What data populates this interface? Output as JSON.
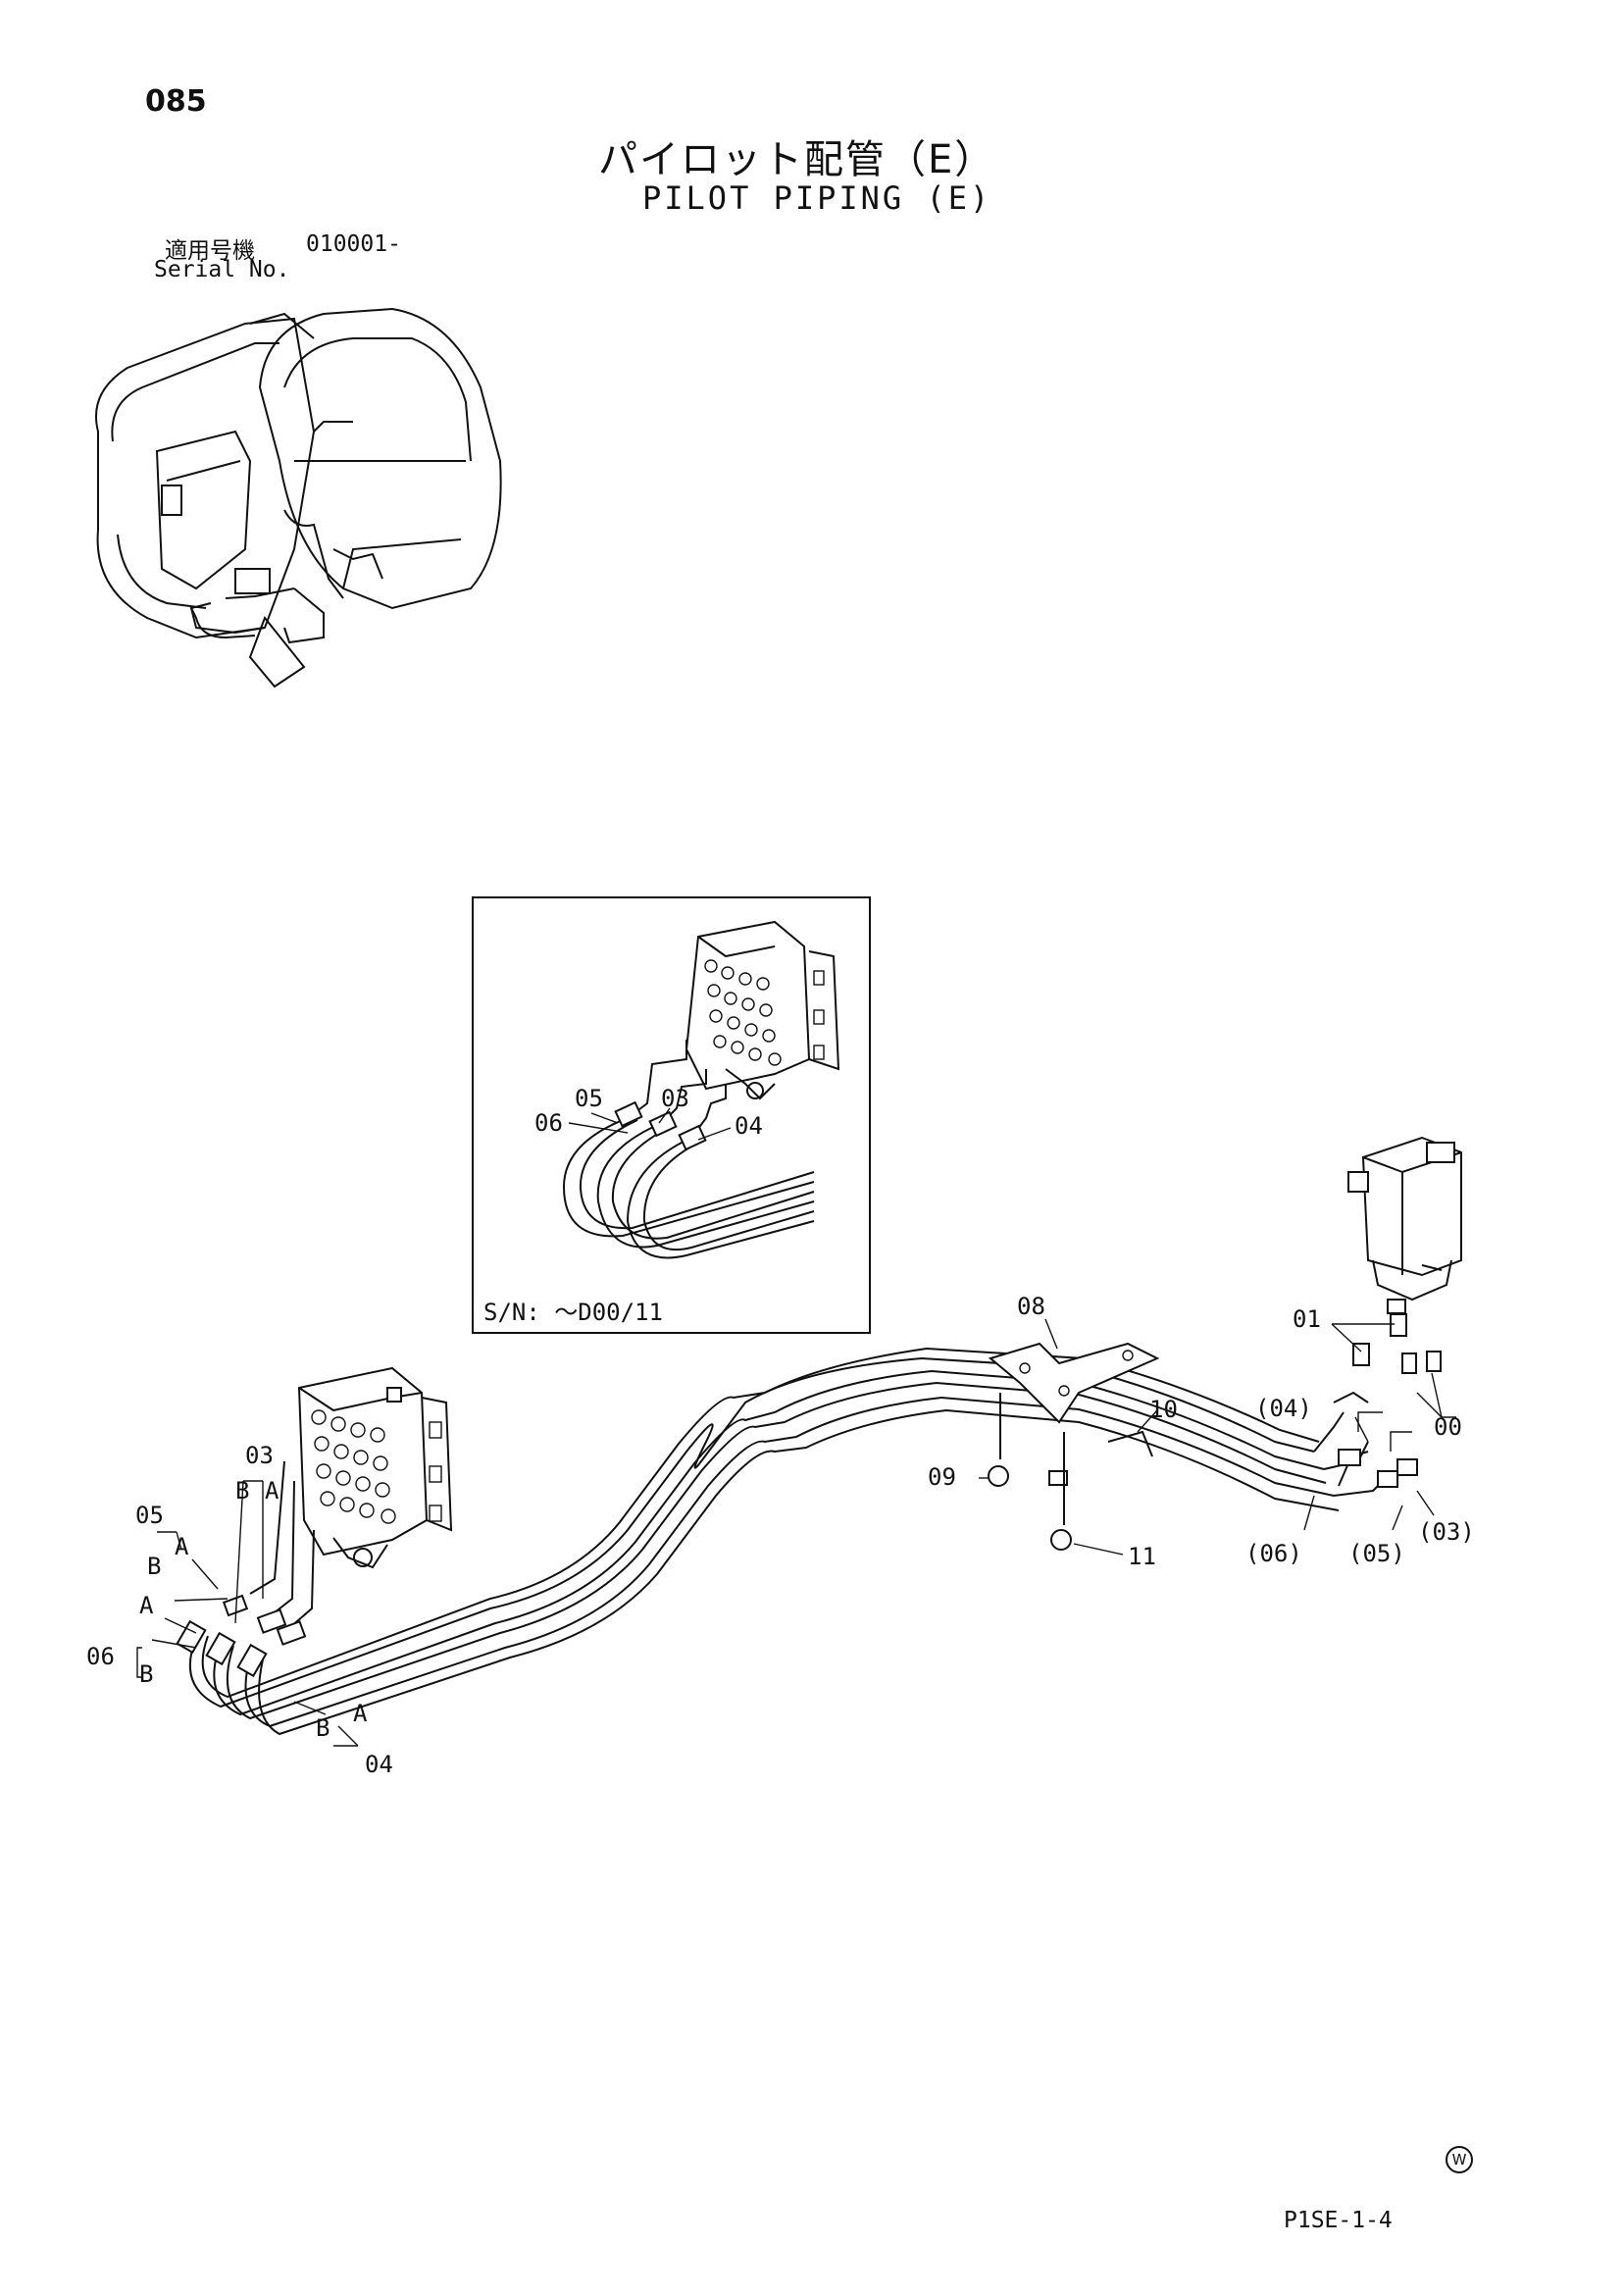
{
  "header": {
    "page_number": "085",
    "title_jp": "パイロット配管（E）",
    "title_en": "PILOT PIPING (E)"
  },
  "serial": {
    "label_jp": "適用号機",
    "value": "010001-",
    "label_en": "Serial No."
  },
  "inset": {
    "sn_label": "S/N: ～D00/11",
    "callouts": [
      "05",
      "03",
      "06",
      "04"
    ]
  },
  "callouts": {
    "c01": "01",
    "c00": "00",
    "c03": "03",
    "c04": "04",
    "c05": "05",
    "c06": "06",
    "c08": "08",
    "c09": "09",
    "c10": "10",
    "c11": "11",
    "p04": "(04)",
    "p05": "(05)",
    "p06": "(06)",
    "p03": "(03)",
    "letters": {
      "a": "A",
      "b": "B"
    }
  },
  "footer": {
    "doc_code": "P1SE-1-4",
    "mark": "W"
  }
}
